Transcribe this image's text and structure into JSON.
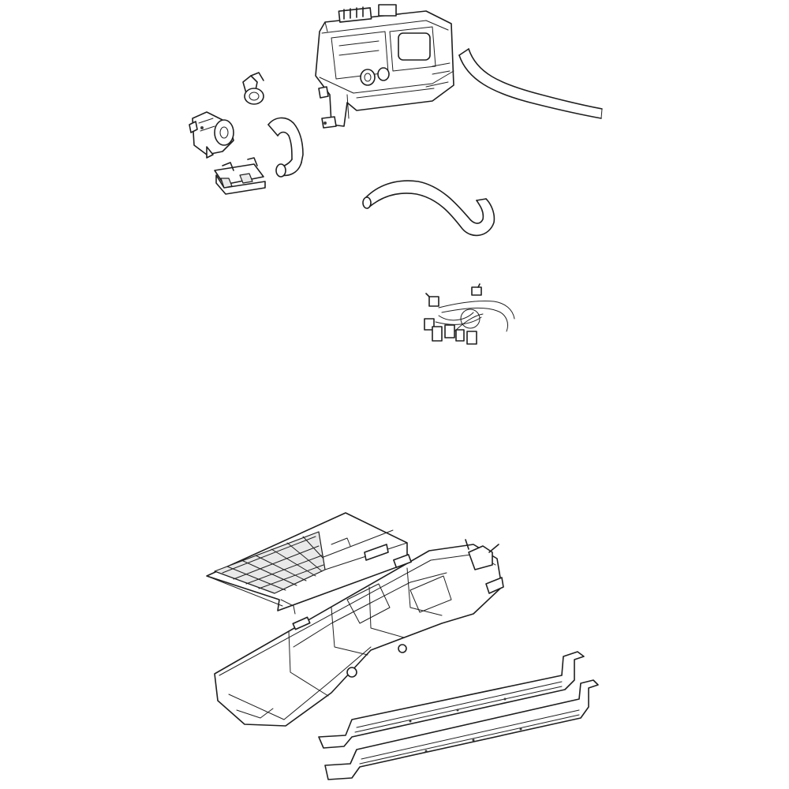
{
  "diagram": {
    "background": "#ffffff",
    "line_color": "#1e1e1e",
    "parts": [
      {
        "id": "valve-body-assembly",
        "icon": "valve-body-icon"
      },
      {
        "id": "long-hose",
        "icon": "hose-icon"
      },
      {
        "id": "hose-clamp",
        "icon": "clamp-icon"
      },
      {
        "id": "solenoid",
        "icon": "solenoid-icon"
      },
      {
        "id": "z-hose",
        "icon": "hose-icon"
      },
      {
        "id": "connector-clip",
        "icon": "connector-icon"
      },
      {
        "id": "j-hose",
        "icon": "hose-icon"
      },
      {
        "id": "wire-harness",
        "icon": "wire-harness-icon"
      },
      {
        "id": "grille-tray",
        "icon": "grille-icon"
      },
      {
        "id": "lower-housing",
        "icon": "housing-icon"
      },
      {
        "id": "rail-bracket-pair",
        "icon": "bracket-icon"
      }
    ]
  }
}
